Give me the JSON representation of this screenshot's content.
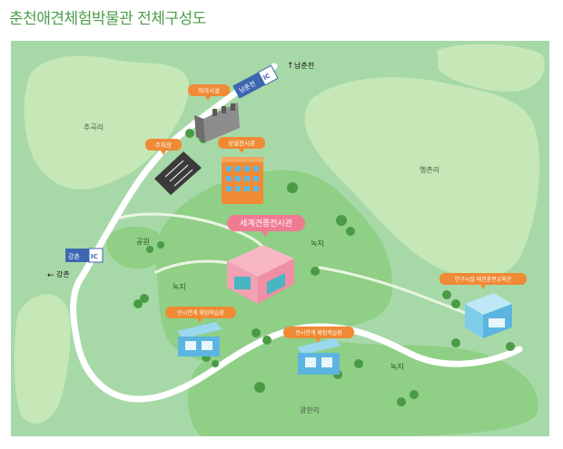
{
  "page_title": "춘천애견체험박물관 전체구성도",
  "colors": {
    "background": "#a7d9a8",
    "land_light": "#c6e7b6",
    "land_green": "#8fcf86",
    "road": "#ffffff",
    "callout_orange": "#f08a35",
    "callout_pink": "#ef7b93",
    "ic_blue": "#3e67b1",
    "title_green": "#4c9d4a"
  },
  "areas": {
    "chugokri": "추곡리",
    "haengchonri": "행촌리",
    "gwangpanri": "광판리",
    "park": "공원",
    "green_1": "녹지",
    "green_2": "녹지",
    "green_3": "녹지"
  },
  "directions": {
    "north": "남춘천",
    "west": "강촌"
  },
  "interchanges": {
    "north_name": "남춘천",
    "west_name": "강촌",
    "ic_label": "IC"
  },
  "callouts": {
    "treatment": "처리시설",
    "parking": "주차장",
    "permanent_hall": "상설전시관",
    "main_hall": "세계견종전시관",
    "experience_1": "전시연계 체험학습장",
    "experience_2": "전시연계 체험학습장",
    "research": "연구시설 애견훈련교육관"
  }
}
